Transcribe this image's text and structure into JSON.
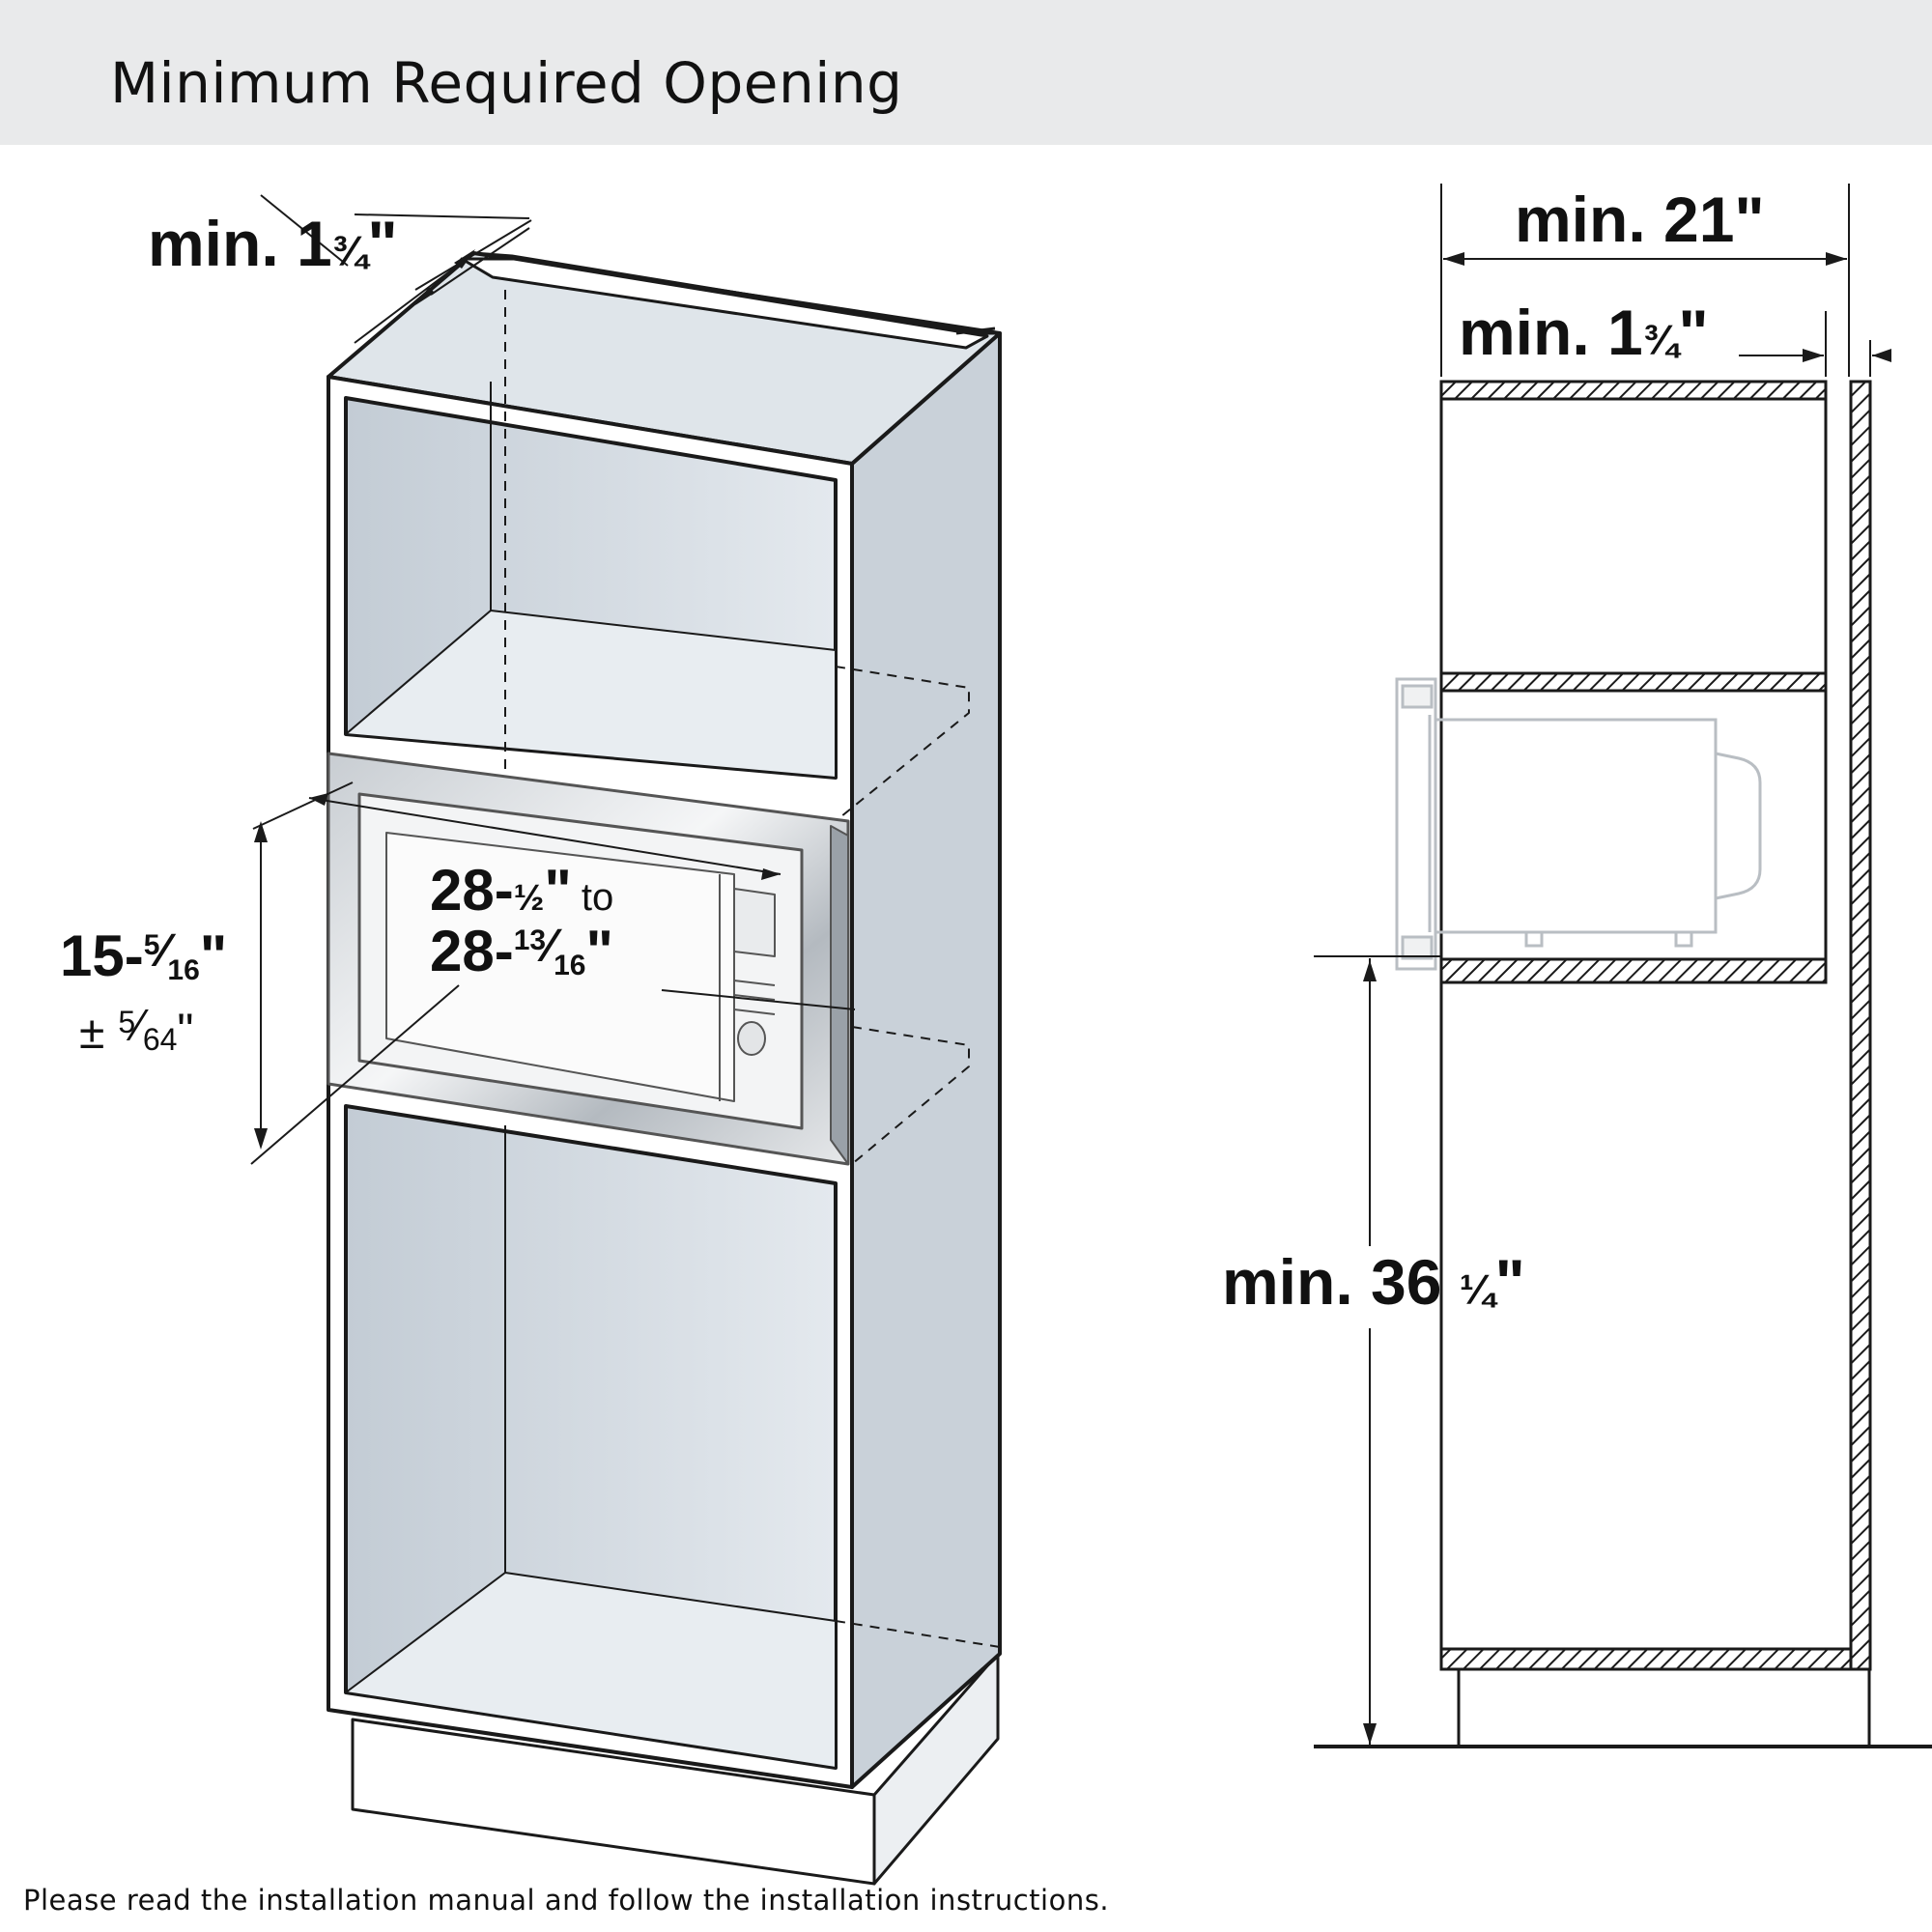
{
  "title": "Minimum Required Opening",
  "footer_note": "Please read the installation manual and follow the installation instructions.",
  "icons": [
    "tall-cabinet-illustration",
    "built-in-microwave-illustration",
    "side-section-illustration"
  ],
  "colors": {
    "header_bg": "#e9eaeb",
    "cabinet_fill": "#d6dde4",
    "line": "#1a1a1a"
  },
  "front_view": {
    "top_clearance": {
      "main": "min. 1",
      "frac": "¾",
      "unit": "\""
    },
    "opening_width": {
      "line1_main": "28-",
      "line1_frac": "½",
      "line1_unit": "\"",
      "line1_suffix": "to",
      "line2_main": "28-",
      "line2_num": "13",
      "line2_slash": "⁄",
      "line2_den": "16",
      "line2_unit": "\""
    },
    "opening_height": {
      "main": "15-",
      "num": "5",
      "slash": "⁄",
      "den": "16",
      "unit": "\"",
      "tol_sign": "±",
      "tol_num": "5",
      "tol_slash": "⁄",
      "tol_den": "64",
      "tol_unit": "\""
    }
  },
  "side_view": {
    "depth": "min. 21\"",
    "rear_gap": {
      "main": "min. 1",
      "frac": "¾",
      "unit": "\""
    },
    "floor_height": {
      "main": "min. 36 ",
      "frac": "¼",
      "unit": "\""
    }
  }
}
